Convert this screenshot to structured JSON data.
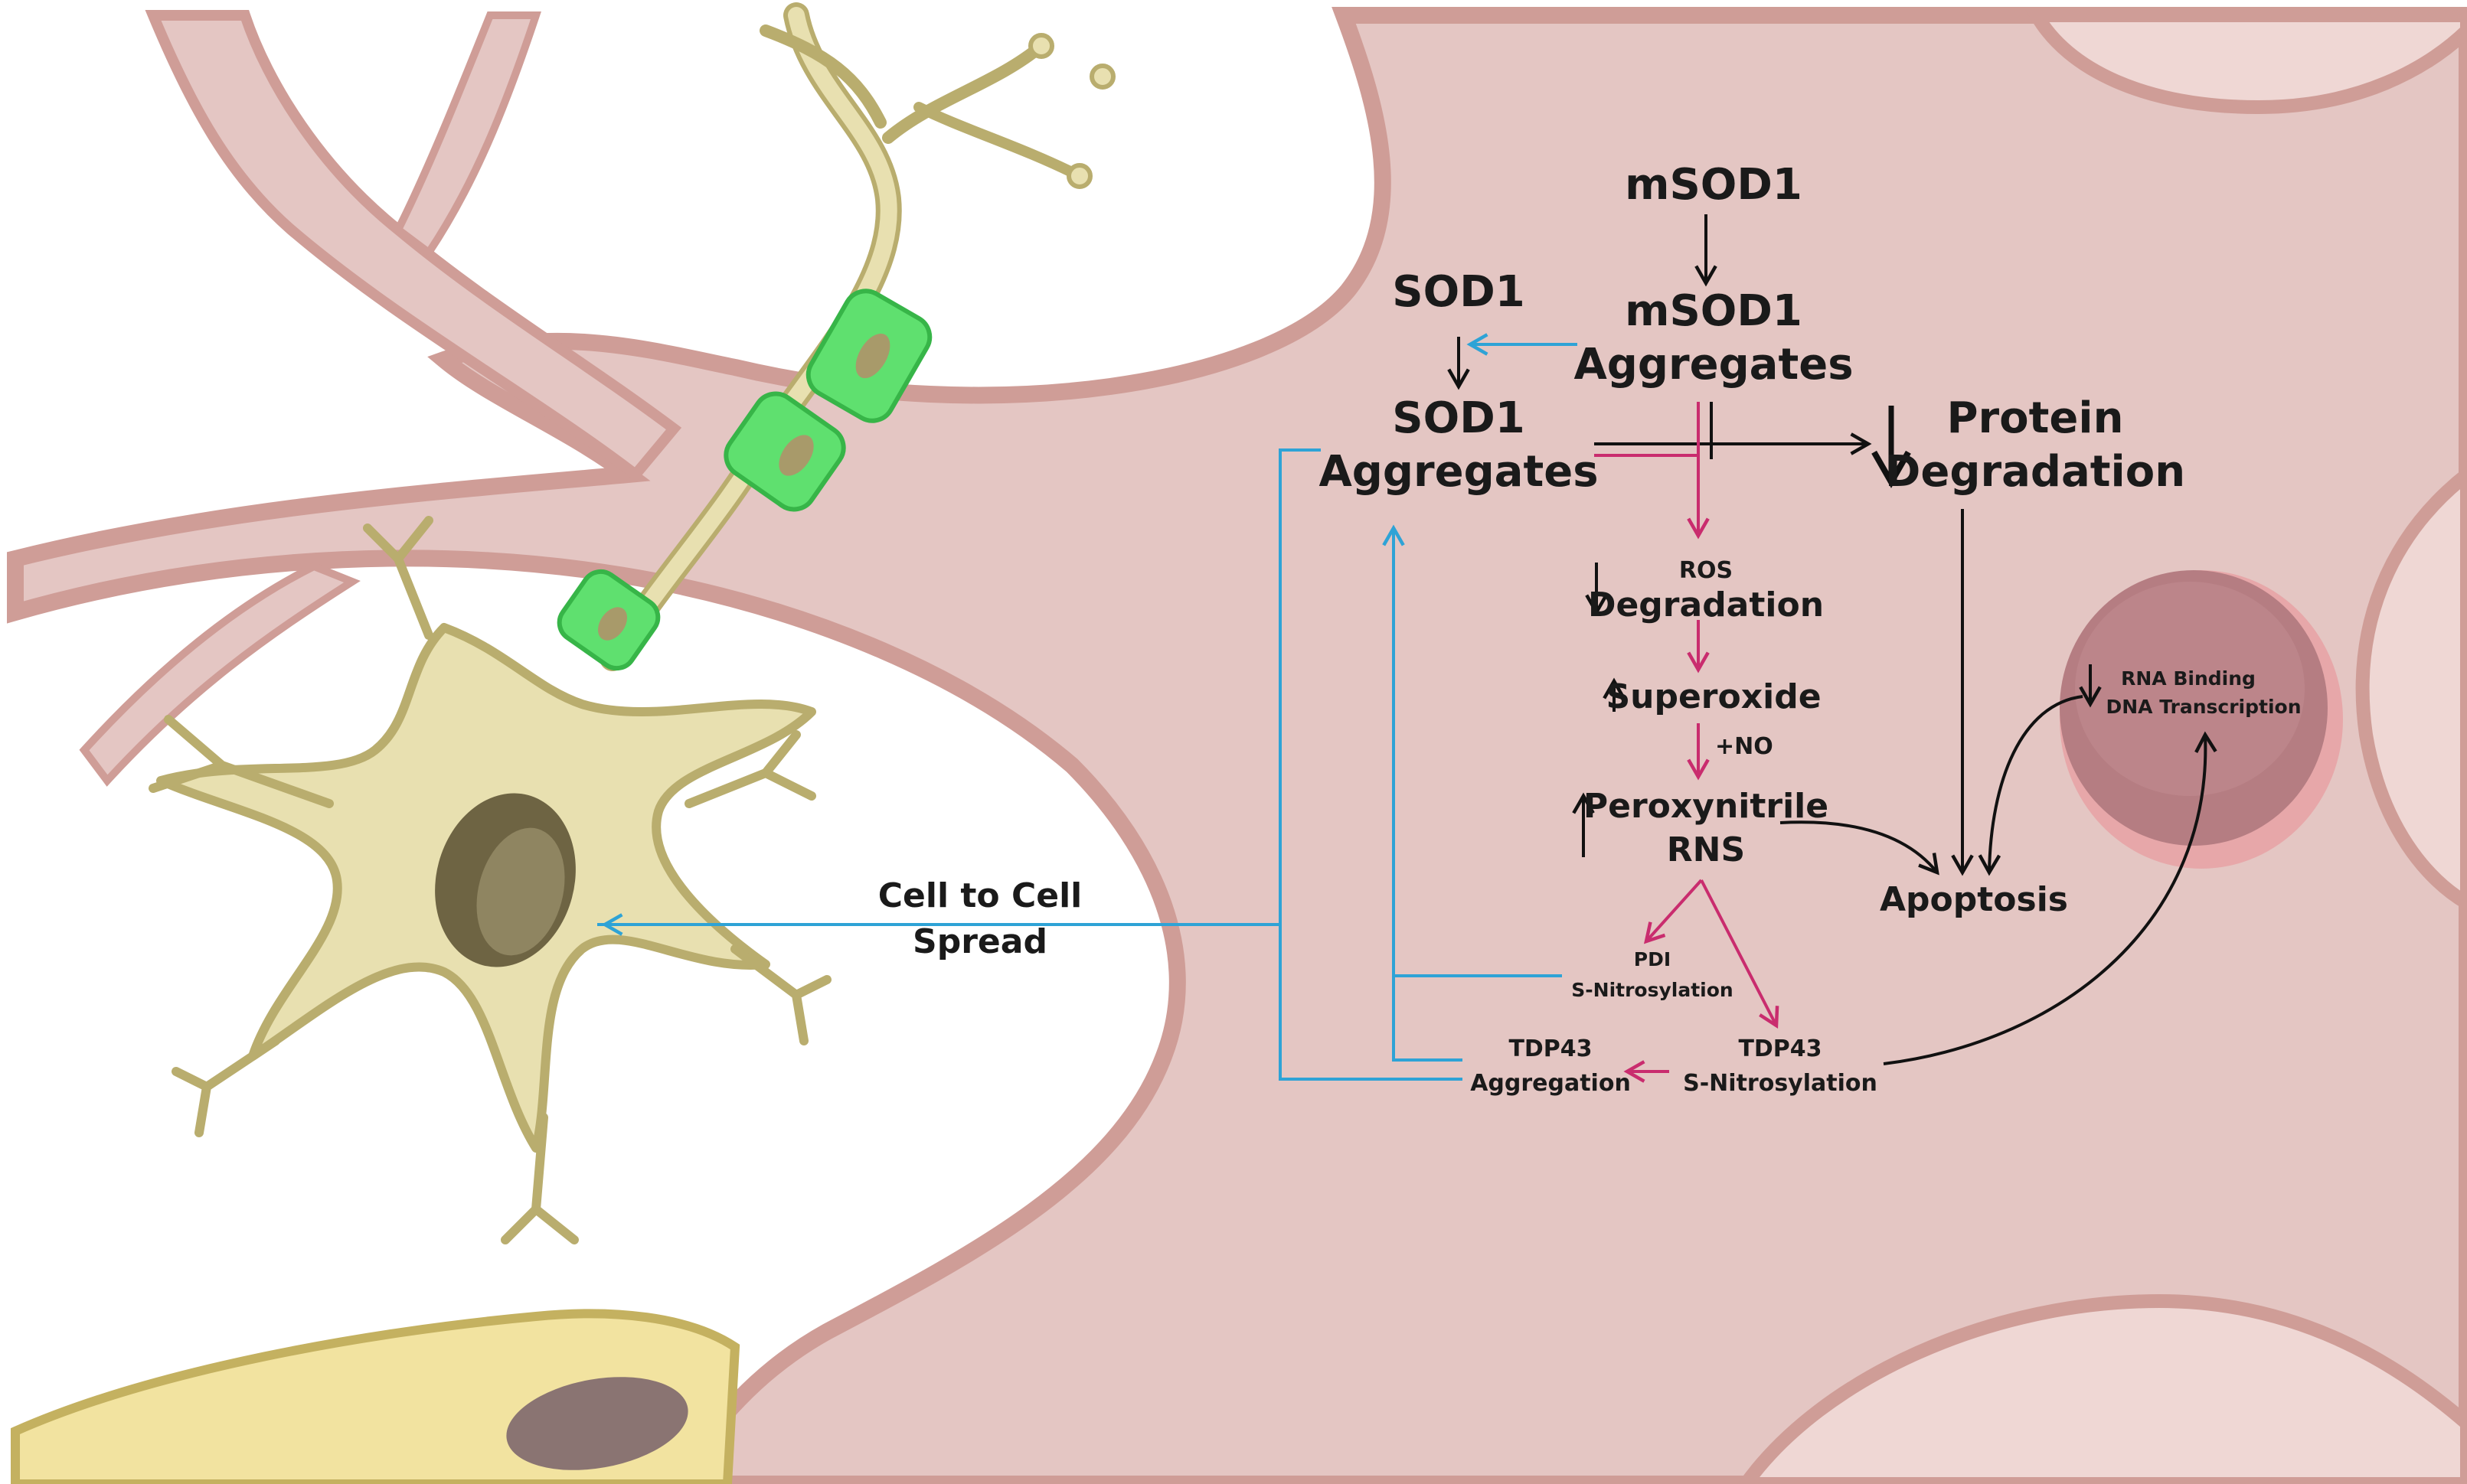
{
  "labels": {
    "msod1": "mSOD1",
    "msod1_aggregates_line1": "mSOD1",
    "msod1_aggregates_line2": "Aggregates",
    "sod1": "SOD1",
    "sod1_aggregates_line1": "SOD1",
    "sod1_aggregates_line2": "Aggregates",
    "protein_degradation_line1": "Protein",
    "protein_degradation_line2": "Degradation",
    "ros_degradation_line1": "ROS",
    "ros_degradation_line2": "Degradation",
    "superoxide": "Superoxide",
    "plus_no": "+NO",
    "peroxynitrile_line1": "Peroxynitrile",
    "peroxynitrile_line2": "RNS",
    "apoptosis": "Apoptosis",
    "rna_binding": "RNA Binding",
    "dna_transcription": "DNA Transcription",
    "cell_to_cell_line1": "Cell to Cell",
    "cell_to_cell_line2": "Spread",
    "pdi_line1": "PDI",
    "pdi_line2": "S-Nitrosylation",
    "tdp43_sn_line1": "TDP43",
    "tdp43_sn_line2": "S-Nitrosylation",
    "tdp43_agg_line1": "TDP43",
    "tdp43_agg_line2": "Aggregation"
  },
  "colors": {
    "neuron_body": "#e4c6c3",
    "neuron_outline": "#cf9d97",
    "nucleus": "#b57d82",
    "pink_arrow": "#c92c6e",
    "blue_arrow": "#2ea3d6",
    "black_arrow": "#111111",
    "astro_fill": "#e8e0b0",
    "astro_outline": "#b9ad6e",
    "myelin": "#5fe06f"
  }
}
